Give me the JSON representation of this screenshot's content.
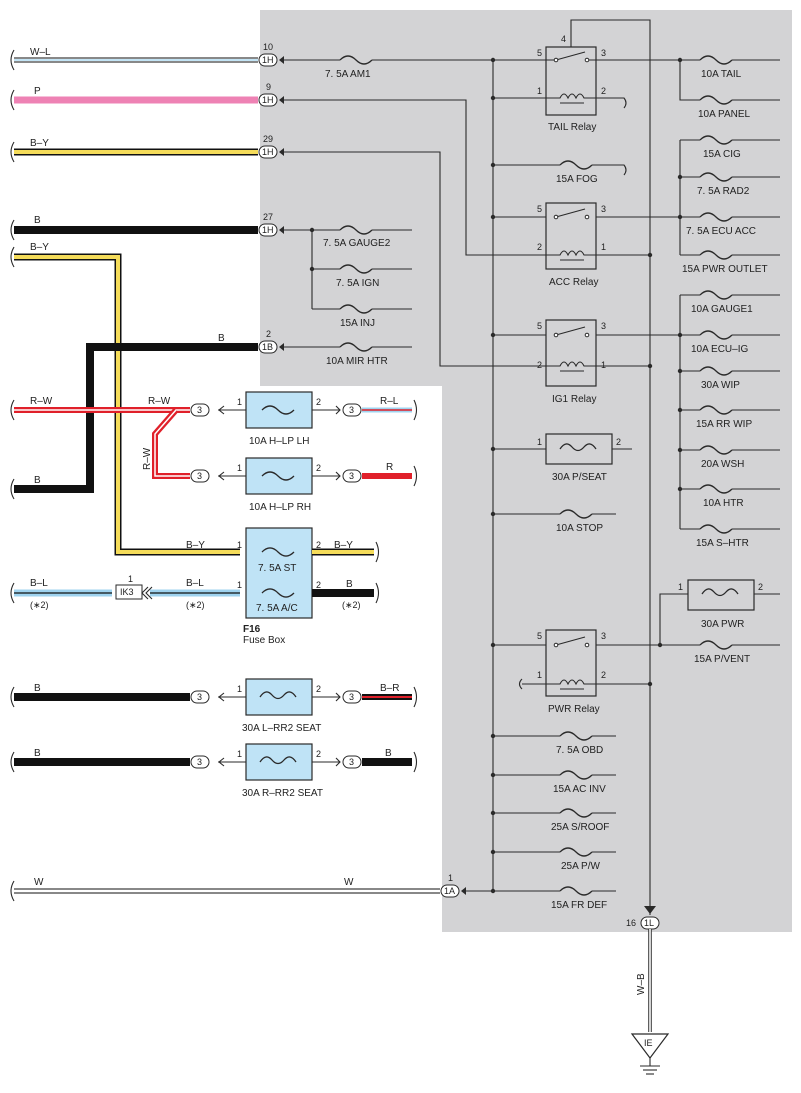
{
  "diagram": {
    "wire_colors": {
      "WL": "W–L",
      "P": "P",
      "BY": "B–Y",
      "B": "B",
      "RW": "R–W",
      "RL": "R–L",
      "R": "R",
      "BL": "B–L",
      "BR": "B–R",
      "W": "W",
      "WB": "W–B"
    },
    "note_star2": "(∗2)",
    "connectors": {
      "c1H": "1H",
      "c1B": "1B",
      "c1A": "1A",
      "c1L": "1L",
      "c3": "3",
      "cIK3": "IK3",
      "ground": "IE"
    },
    "pins": {
      "p10": "10",
      "p9": "9",
      "p29": "29",
      "p27": "27",
      "p2": "2",
      "p1": "1",
      "p4": "4",
      "p5": "5",
      "p3": "3",
      "p16": "16"
    },
    "fuses": {
      "am1": "7. 5A AM1",
      "tail": "10A TAIL",
      "panel": "10A PANEL",
      "fog": "15A FOG",
      "cig": "15A CIG",
      "rad2": "7. 5A RAD2",
      "ecu_acc": "7. 5A ECU ACC",
      "pwr_outlet": "15A PWR OUTLET",
      "gauge2": "7. 5A GAUGE2",
      "ign": "7. 5A IGN",
      "inj": "15A INJ",
      "gauge1": "10A GAUGE1",
      "mir_htr": "10A MIR HTR",
      "ecu_ig": "10A ECU–IG",
      "wip": "30A WIP",
      "rr_wip": "15A RR WIP",
      "wsh": "20A WSH",
      "htr": "10A HTR",
      "s_htr": "15A S–HTR",
      "p_seat": "30A P/SEAT",
      "stop": "10A STOP",
      "pwr": "30A PWR",
      "p_vent": "15A P/VENT",
      "obd": "7. 5A OBD",
      "ac_inv": "15A AC INV",
      "s_roof": "25A S/ROOF",
      "p_w": "25A P/W",
      "fr_def": "15A FR DEF",
      "h_lp_lh": "10A H–LP LH",
      "h_lp_rh": "10A H–LP RH",
      "st": "7. 5A ST",
      "ac": "7. 5A A/C",
      "l_rr2_seat": "30A L–RR2 SEAT",
      "r_rr2_seat": "30A R–RR2 SEAT"
    },
    "relays": {
      "tail": "TAIL Relay",
      "acc": "ACC Relay",
      "ig1": "IG1 Relay",
      "pwr": "PWR Relay"
    },
    "fuse_box_id": "F16",
    "fuse_box_name": "Fuse Box",
    "colors": {
      "panel_gray": "#d3d3d5",
      "fuse_blue": "#bfe3f6",
      "wire_pink": "#ee82b4",
      "wire_yellow": "#f5dc5a",
      "wire_red": "#e0202a",
      "wire_blue": "#9fd3ef",
      "wire_black": "#111111"
    }
  }
}
